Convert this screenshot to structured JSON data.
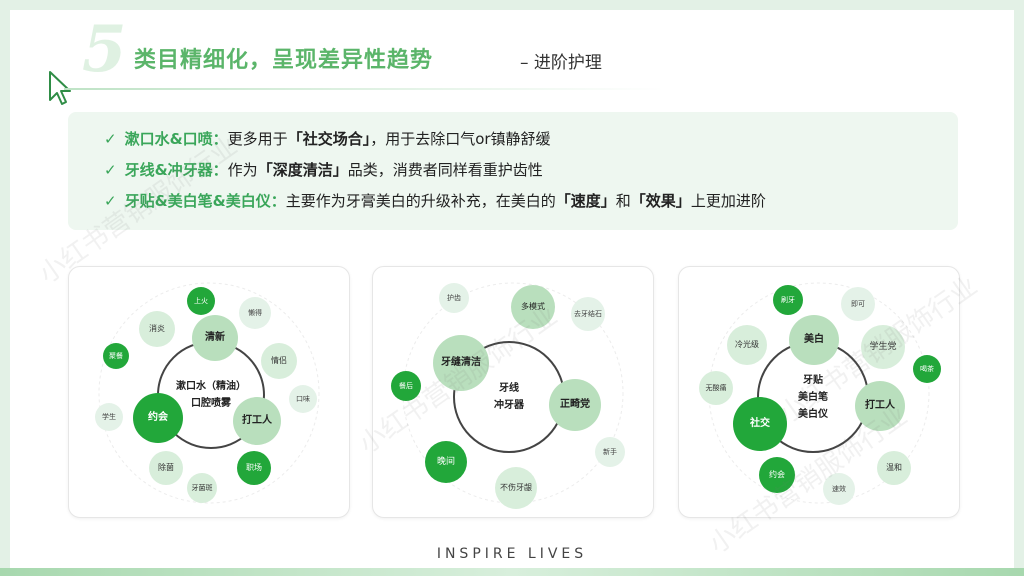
{
  "header": {
    "number": "5",
    "title": "类目精细化，呈现差异性趋势",
    "subtitle": "– 进阶护理"
  },
  "bullets": [
    {
      "check": "✓",
      "head": "漱口水&口喷：",
      "text1": "更多用于",
      "bold": "「社交场合」",
      "text2": "，用于去除口气or镇静舒缓"
    },
    {
      "check": "✓",
      "head": "牙线&冲牙器：",
      "text1": "作为",
      "bold": "「深度清洁」",
      "text2": "品类，消费者同样看重护齿性"
    },
    {
      "check": "✓",
      "head": "牙贴&美白笔&美白仪：",
      "text1": "主要作为牙膏美白的升级补充，在美白的",
      "bold": "「速度」",
      "text2": "和",
      "bold2": "「效果」",
      "text3": "上更加进阶"
    }
  ],
  "panels": [
    {
      "center": [
        "漱口水（精油）",
        "口腔喷雾"
      ],
      "bubbles": [
        "清新",
        "约会",
        "打工人",
        "职场",
        "除菌",
        "消炎",
        "上火",
        "懒得",
        "情侣",
        "聚餐",
        "口味",
        "学生",
        "牙菌斑"
      ]
    },
    {
      "center": [
        "牙线",
        "冲牙器"
      ],
      "bubbles": [
        "牙缝清洁",
        "正畸党",
        "晚间",
        "不伤牙龈",
        "多模式",
        "护齿",
        "去牙结石",
        "餐后",
        "新手"
      ]
    },
    {
      "center": [
        "牙贴",
        "美白笔",
        "美白仪"
      ],
      "bubbles": [
        "美白",
        "社交",
        "打工人",
        "学生党",
        "约会",
        "冷光级",
        "刷牙",
        "即可",
        "无酸痛",
        "喝茶",
        "温和",
        "速效"
      ]
    }
  ],
  "footer": "INSPIRE LIVES",
  "watermark": "小红书营销服饰行业",
  "colors": {
    "accent": "#3aa65a",
    "dark_bubble": "#22a73a",
    "mid_bubble": "#b9dfbd",
    "light_bubble": "#d8eedb"
  }
}
